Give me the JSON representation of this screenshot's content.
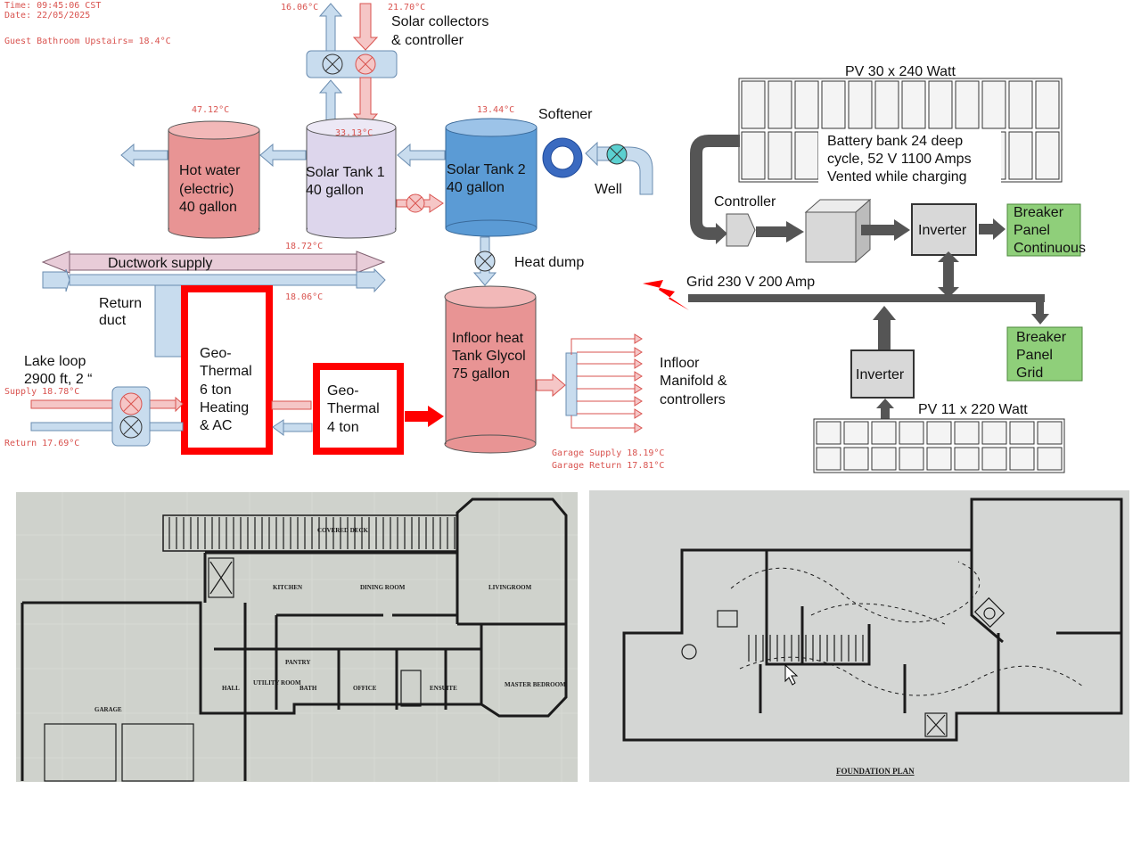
{
  "status": {
    "time": "Time: 09:45:06 CST",
    "date": "Date: 22/05/2025",
    "guest_bathroom": "Guest Bathroom Upstairs=  18.4°C"
  },
  "temps": {
    "collector_out": "16.06°C",
    "collector_in": "21.70°C",
    "hot_water": "47.12°C",
    "solar_tank_1": "33.13°C",
    "solar_tank_2": "13.44°C",
    "duct_supply": "18.72°C",
    "duct_return": "18.06°C",
    "lake_supply": "Supply  18.78°C",
    "lake_return": "Return  17.69°C",
    "garage_supply": "Garage Supply  18.19°C",
    "garage_return": "Garage Return  17.81°C"
  },
  "heating": {
    "solar_collectors": [
      "Solar collectors",
      "& controller"
    ],
    "hot_water": [
      "Hot water",
      "(electric)",
      "40 gallon"
    ],
    "solar_tank_1": [
      "Solar Tank 1",
      "40 gallon"
    ],
    "solar_tank_2": [
      "Solar Tank 2",
      "40 gallon"
    ],
    "softener": "Softener",
    "well": "Well",
    "heat_dump": "Heat dump",
    "ductwork_supply": "Ductwork supply",
    "return_duct": [
      "Return",
      "duct"
    ],
    "lake_loop": [
      "Lake loop",
      "2900 ft, 2 “"
    ],
    "geo_6ton": [
      "Geo-",
      "Thermal",
      "6 ton",
      "Heating",
      "& AC"
    ],
    "geo_4ton": [
      "Geo-",
      "Thermal",
      "4 ton"
    ],
    "infloor_tank": [
      "Infloor heat",
      "Tank Glycol",
      "75 gallon"
    ],
    "infloor_manifold": [
      "Infloor",
      "Manifold &",
      "controllers"
    ]
  },
  "electrical": {
    "pv_top": "PV 30 x 240 Watt",
    "battery": [
      "Battery bank 24 deep",
      "cycle, 52 V 1100 Amps",
      "Vented while charging"
    ],
    "controller": "Controller",
    "inverter_top": "Inverter",
    "breaker_continuous": [
      "Breaker",
      "Panel",
      "Continuous"
    ],
    "grid": "Grid 230 V 200 Amp",
    "breaker_grid": [
      "Breaker",
      "Panel",
      "Grid"
    ],
    "inverter_bottom": "Inverter",
    "pv_bottom": "PV 11 x 220 Watt"
  },
  "floorplan_main": {
    "rooms": [
      "COVERED DECK",
      "KITCHEN",
      "DINING ROOM",
      "LIVINGROOM",
      "PANTRY",
      "UTILITY ROOM",
      "HALL",
      "BATH",
      "OFFICE",
      "ENSUITE",
      "MASTER BEDROOM",
      "GARAGE"
    ]
  },
  "floorplan_foundation": {
    "title": "FOUNDATION PLAN"
  },
  "colors": {
    "hot": "#e89494",
    "hot_stroke": "#d9534f",
    "cold": "#c8dcee",
    "geo_red": "#ff0000",
    "tank2_blue": "#5b9bd5",
    "tank1_lilac": "#ddd6ec",
    "green_panel": "#8fcf7a",
    "gray_arrow": "#555555"
  }
}
